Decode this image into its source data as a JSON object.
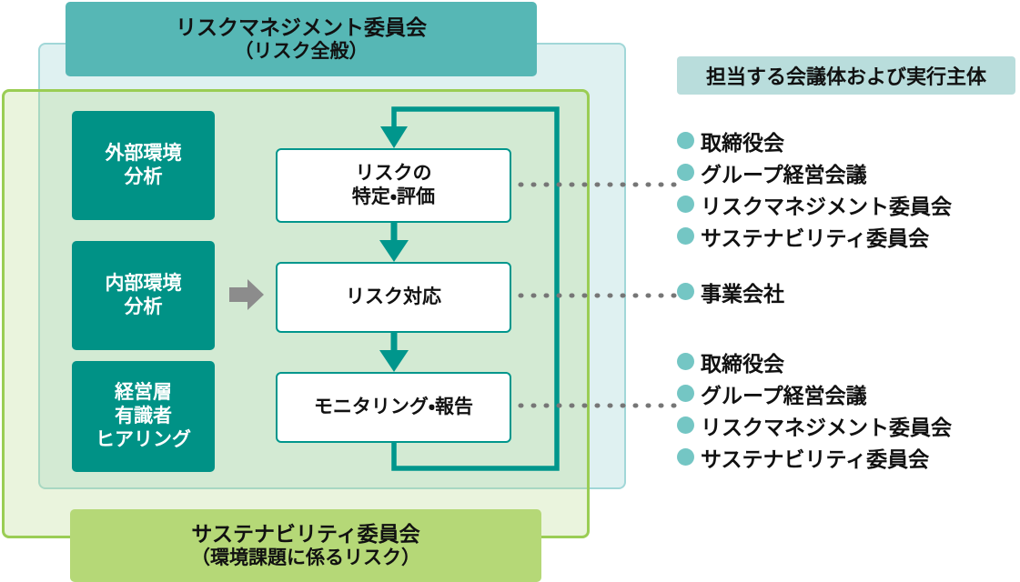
{
  "diagram": {
    "title_banner": {
      "main": "リスクマネジメント委員会",
      "sub": "（リスク全般）"
    },
    "bottom_banner": {
      "main": "サステナビリティ委員会",
      "sub": "（環境課題に係るリスク）"
    },
    "inputs": [
      {
        "text": "外部環境\n分析",
        "line1": "外部環境",
        "line2": "分析",
        "line3": ""
      },
      {
        "text": "内部環境\n分析",
        "line1": "内部環境",
        "line2": "分析",
        "line3": ""
      },
      {
        "text": "経営層\n有識者\nヒアリング",
        "line1": "経営層",
        "line2": "有識者",
        "line3": "ヒアリング"
      }
    ],
    "process": [
      {
        "line1": "リスクの",
        "line2": "特定・評価"
      },
      {
        "line1": "リスク対応",
        "line2": ""
      },
      {
        "line1": "モニタリング・報告",
        "line2": ""
      }
    ],
    "legend": {
      "header": "担当する会議体および実行主体",
      "groups": [
        {
          "items": [
            "取締役会",
            "グループ経営会議",
            "リスクマネジメント委員会",
            "サステナビリティ委員会"
          ]
        },
        {
          "items": [
            "事業会社"
          ]
        },
        {
          "items": [
            "取締役会",
            "グループ経営会議",
            "リスクマネジメント委員会",
            "サステナビリティ委員会"
          ]
        }
      ]
    },
    "colors": {
      "banner_teal": "#56B7B5",
      "banner_green": "#B5D877",
      "dark_teal": "#009286",
      "legend_header_bg": "#B9DDDC",
      "bullet": "#74C6C4",
      "arrow_teal": "#00968C",
      "gray_arrow": "#8C8C8C",
      "dotted_gray": "#767676",
      "zone_rm_fill": "#9AD3D4",
      "zone_sus_border": "#9ACD54"
    }
  }
}
